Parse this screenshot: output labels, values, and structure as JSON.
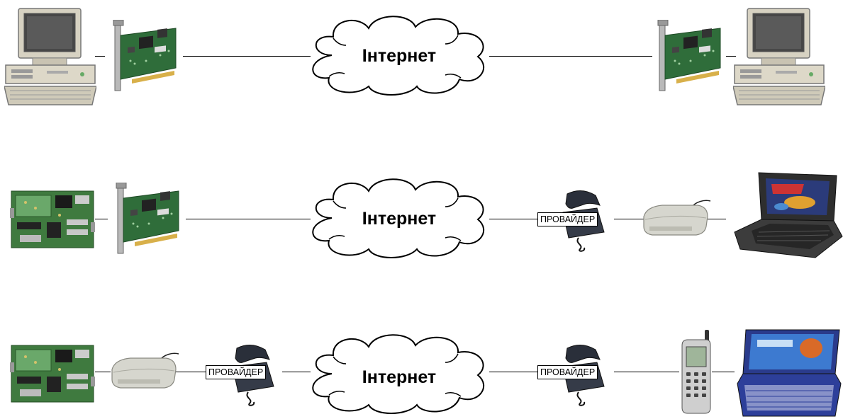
{
  "diagram": {
    "cloud_label": "Інтернет",
    "provider_label": "ПРОВАЙДЕР",
    "rows": [
      {
        "left": [
          "desktop-computer",
          "network-card"
        ],
        "right": [
          "network-card",
          "desktop-computer"
        ]
      },
      {
        "left": [
          "circuit-board",
          "network-card"
        ],
        "right": [
          "telephone",
          "modem",
          "laptop"
        ]
      },
      {
        "left": [
          "circuit-board",
          "modem",
          "telephone"
        ],
        "right": [
          "telephone",
          "mobile-phone",
          "handheld-pc"
        ]
      }
    ]
  },
  "colors": {
    "line": "#000000",
    "cloud_fill": "#ffffff",
    "pcb_green": "#3d7a3d",
    "beige": "#d9d4c4",
    "dark_screen": "#3a3a3a"
  }
}
